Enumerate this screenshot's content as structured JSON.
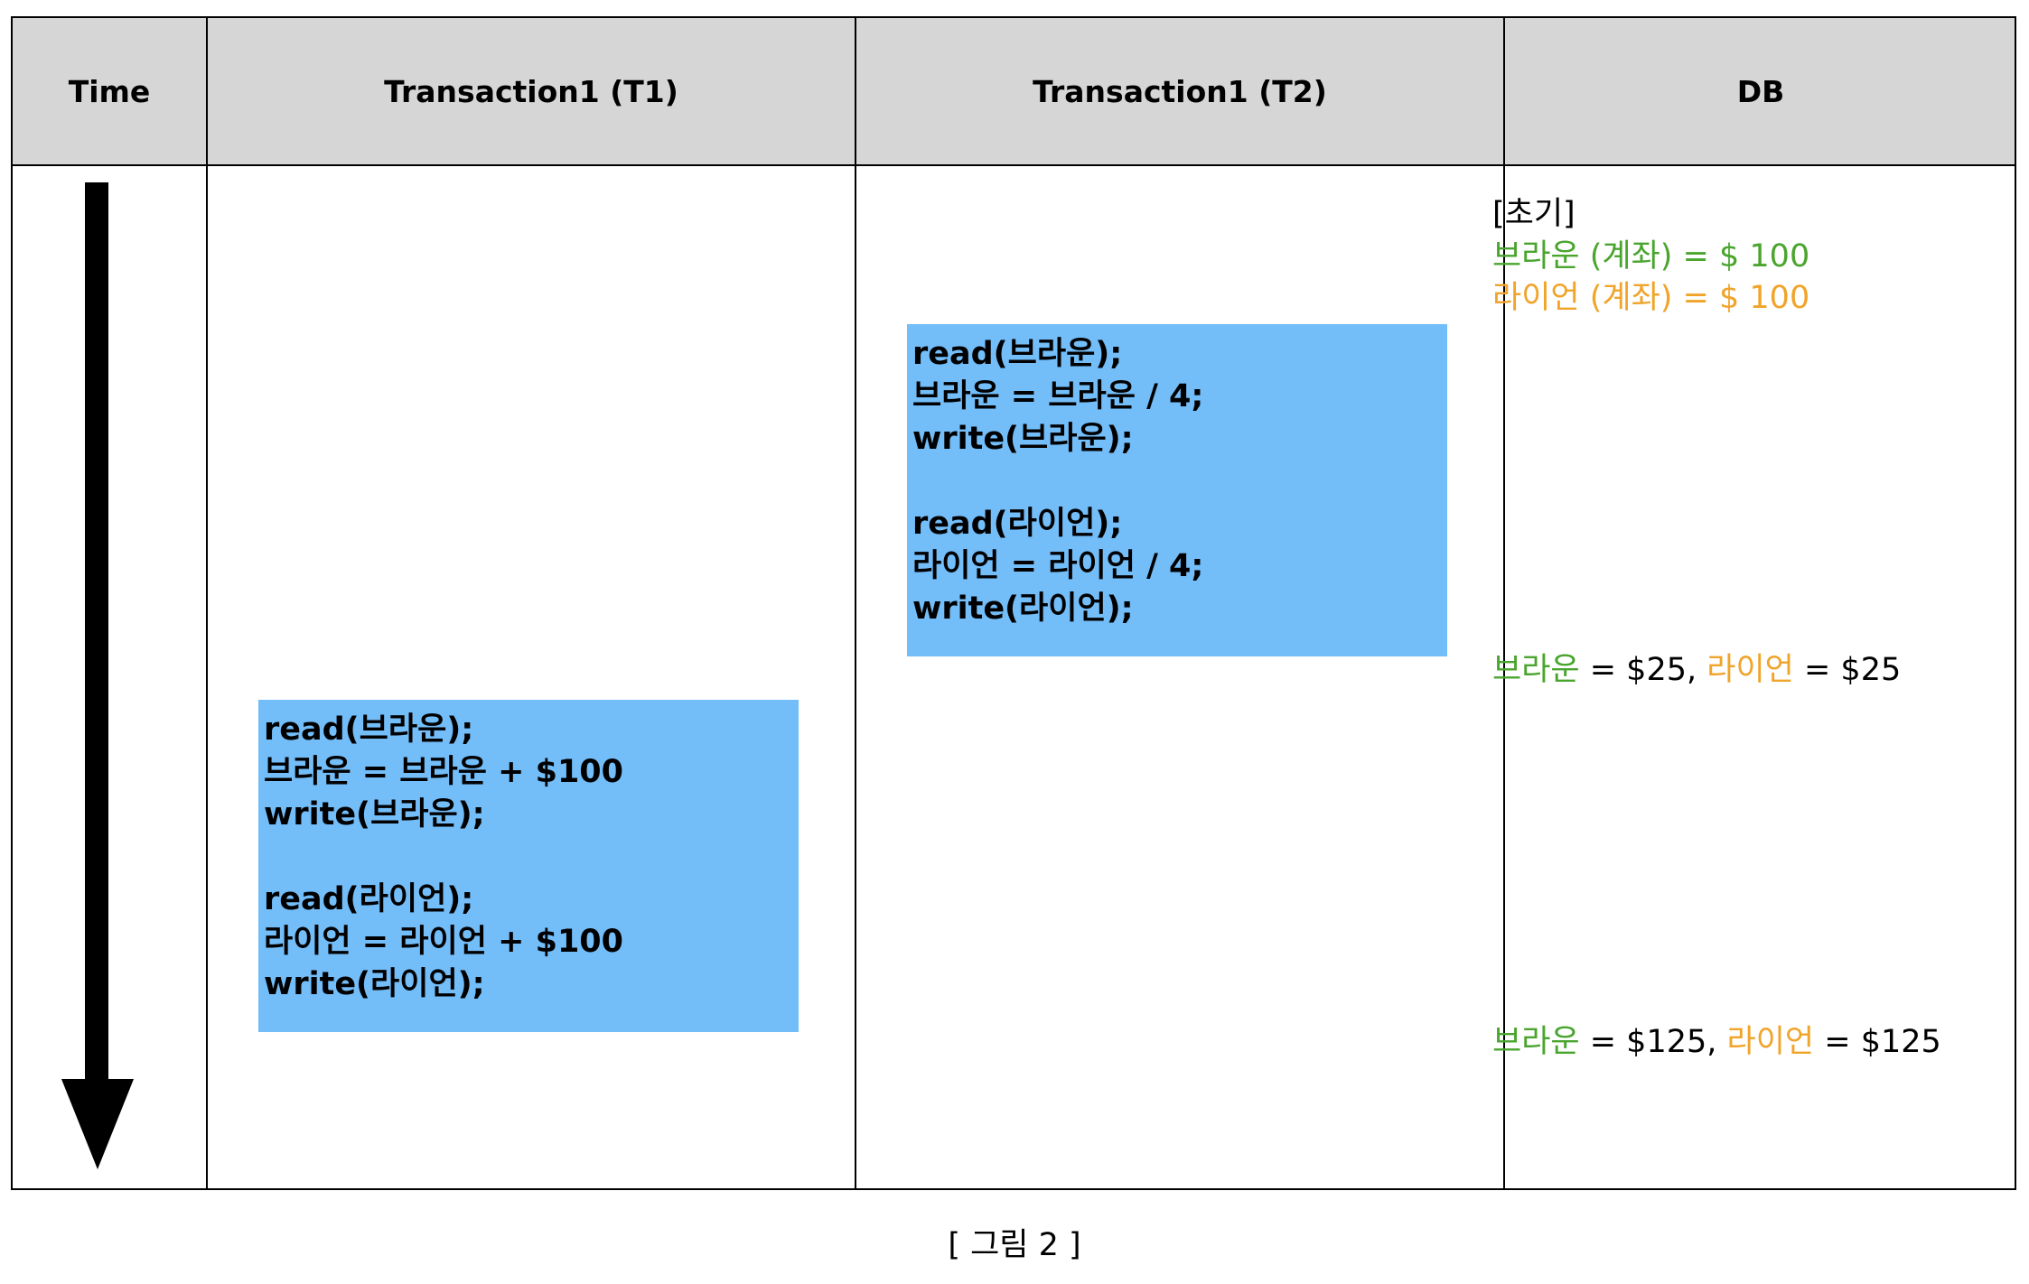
{
  "headers": {
    "time": "Time",
    "t1": "Transaction1 (T1)",
    "t2": "Transaction1 (T2)",
    "db": "DB"
  },
  "t1_block": {
    "line1": "read(브라운);",
    "line2": "브라운 = 브라운 + $100",
    "line3": "write(브라운);",
    "line4": "read(라이언);",
    "line5": "라이언 = 라이언 + $100",
    "line6": "write(라이언);"
  },
  "t2_block": {
    "line1": "read(브라운);",
    "line2": "브라운 = 브라운 / 4;",
    "line3": "write(브라운);",
    "line4": "read(라이언);",
    "line5": "라이언 = 라이언 / 4;",
    "line6": "write(라이언);"
  },
  "db": {
    "initial_label": "[초기]",
    "initial_brown": "브라운 (계좌) = $ 100",
    "initial_ryan": "라이언 (계좌) = $ 100",
    "state2": {
      "brown_name": "브라운",
      "brown_value": " = $25, ",
      "ryan_name": "라이언",
      "ryan_value": " = $25"
    },
    "state3": {
      "brown_name": "브라운",
      "brown_value": " = $125, ",
      "ryan_name": "라이언",
      "ryan_value": " = $125"
    }
  },
  "caption": "[ 그림 2 ]",
  "colors": {
    "header_bg": "#d6d6d6",
    "block_bg": "#73bdf9",
    "brown": "#4aa52e",
    "ryan": "#f0a42a"
  },
  "icons": {
    "time_arrow": "arrow-down-icon"
  }
}
